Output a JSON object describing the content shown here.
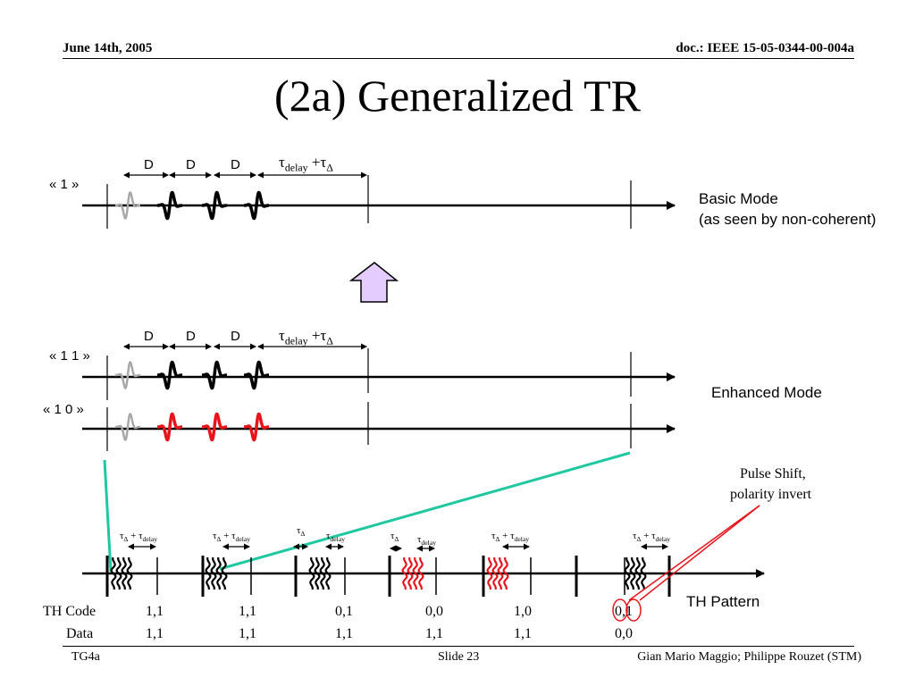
{
  "header": {
    "date": "June 14th, 2005",
    "doc": "doc.: IEEE 15-05-0344-00-004a"
  },
  "title": "(2a)  Generalized TR",
  "basic": {
    "label": "« 1 »",
    "d_labels": [
      "D",
      "D",
      "D"
    ],
    "mode_line1": "Basic Mode",
    "mode_line2": "(as seen by non-coherent)"
  },
  "enhanced": {
    "label_11": "« 1 1 »",
    "label_10": "« 1 0 »",
    "d_labels": [
      "D",
      "D",
      "D"
    ],
    "mode": "Enhanced Mode"
  },
  "tau_labels": {
    "delay_plus_delta": "τdelay +τΔ",
    "delta_plus_delay": "τΔ + τdelay",
    "delta": "τΔ",
    "delay": "τdelay"
  },
  "annotation": {
    "line1": "Pulse Shift,",
    "line2": "polarity invert"
  },
  "th": {
    "pattern_label": "TH Pattern",
    "code_label": "TH Code",
    "data_label": "Data",
    "codes": [
      "1,1",
      "1,1",
      "0,1",
      "0,0",
      "1,0",
      "0,1"
    ],
    "data": [
      "1,1",
      "1,1",
      "1,1",
      "1,1",
      "1,1",
      "0,0"
    ]
  },
  "footer": {
    "left": "TG4a",
    "center": "Slide 23",
    "right": "Gian Mario Maggio; Philippe Rouzet (STM)"
  },
  "colors": {
    "accent_red": "#e8141c",
    "accent_green": "#1fc8a0",
    "arrow_fill": "#e5ccff",
    "gray_pulse": "#a8a8a8"
  }
}
